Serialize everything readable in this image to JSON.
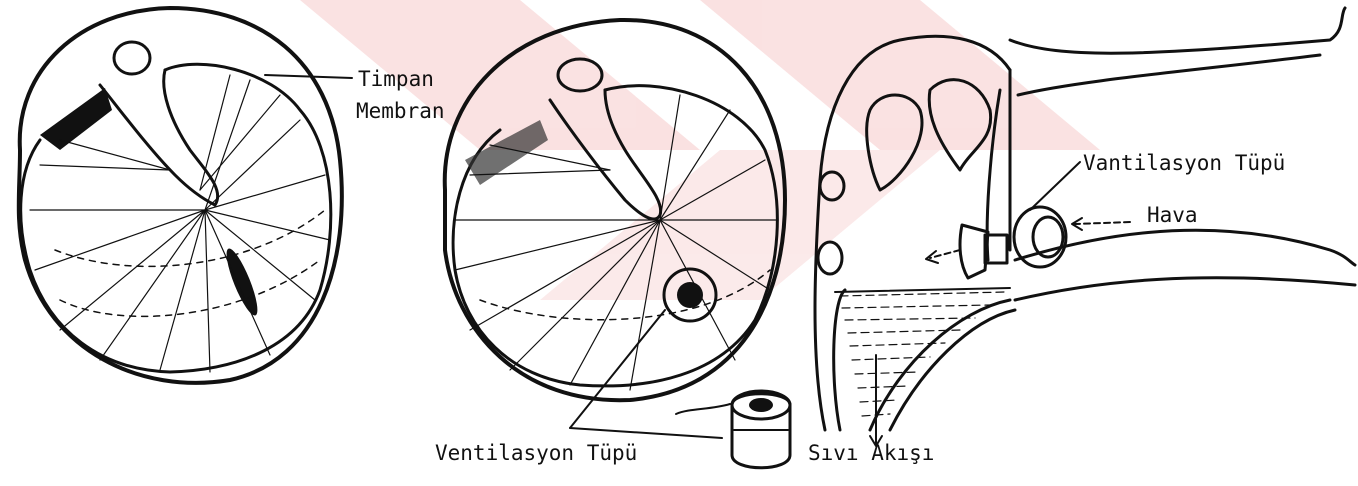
{
  "labels": {
    "timpan_line1": "Timpan",
    "timpan_line2": "Membran",
    "ventilasyon_top": "Vantilasyon Tüpü",
    "hava": "Hava",
    "ventilasyon_bottom": "Ventilasyon Tüpü",
    "sivi_akisi": "Sıvı Akışı"
  },
  "colors": {
    "ink": "#111111",
    "watermark": "#f6caca",
    "background": "#ffffff"
  }
}
